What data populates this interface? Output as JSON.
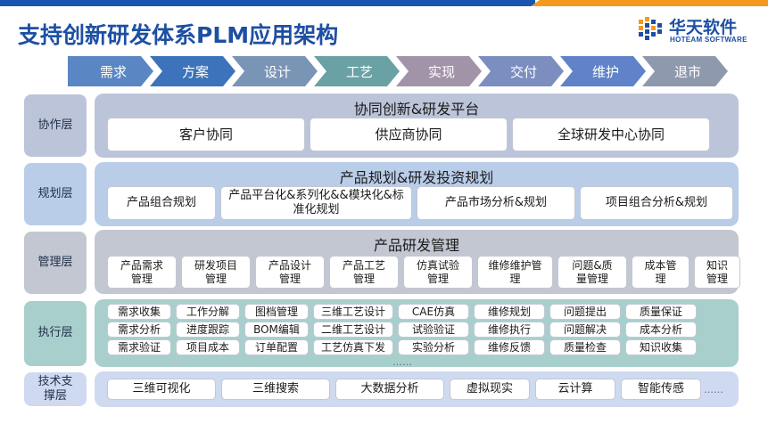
{
  "header": {
    "title": "支持创新研发体系PLM应用架构",
    "logo_cn": "华天软件",
    "logo_en": "HOTEAM SOFTWARE"
  },
  "colors": {
    "brand_blue": "#1d4fa3",
    "accent_orange": "#f39a1e",
    "collab_panel": "#bcc4d9",
    "planning_panel": "#b9cde9",
    "mgmt_panel": "#c3c7d2",
    "exec_panel": "#a9cfcd",
    "tech_panel": "#cfdaf0"
  },
  "stages": [
    {
      "label": "需求",
      "color": "#5a86c4"
    },
    {
      "label": "方案",
      "color": "#3d73bb"
    },
    {
      "label": "设计",
      "color": "#7a94b6"
    },
    {
      "label": "工艺",
      "color": "#6aa1a5"
    },
    {
      "label": "实现",
      "color": "#a294a8"
    },
    {
      "label": "交付",
      "color": "#7c8ec0"
    },
    {
      "label": "维护",
      "color": "#5f82c8"
    },
    {
      "label": "退市",
      "color": "#8f99ad"
    }
  ],
  "layers": {
    "collaboration": {
      "label": "协作层",
      "title": "协同创新&研发平台",
      "items": [
        "客户协同",
        "供应商协同",
        "全球研发中心协同"
      ]
    },
    "planning": {
      "label": "规划层",
      "title": "产品规划&研发投资规划",
      "items": [
        "产品组合规划",
        "产品平台化&系列化&&模块化&标准化规划",
        "产品市场分析&规划",
        "项目组合分析&规划"
      ]
    },
    "management": {
      "label": "管理层",
      "title": "产品研发管理",
      "items": [
        "产品需求管理",
        "研发项目管理",
        "产品设计管理",
        "产品工艺管理",
        "仿真试验管理",
        "维修维护管理",
        "问题&质量管理",
        "成本管理",
        "知识管理"
      ]
    },
    "execution": {
      "label": "执行层",
      "rows": [
        [
          "需求收集",
          "工作分解",
          "图档管理",
          "三维工艺设计",
          "CAE仿真",
          "维修规划",
          "问题提出",
          "质量保证"
        ],
        [
          "需求分析",
          "进度跟踪",
          "BOM编辑",
          "二维工艺设计",
          "试验验证",
          "维修执行",
          "问题解决",
          "成本分析"
        ],
        [
          "需求验证",
          "项目成本",
          "订单配置",
          "工艺仿真下发",
          "实验分析",
          "维修反馈",
          "质量检查",
          "知识收集"
        ]
      ],
      "more": "……"
    },
    "tech": {
      "label": "技术支撑层",
      "items": [
        "三维可视化",
        "三维搜索",
        "大数据分析",
        "虚拟现实",
        "云计算",
        "智能传感"
      ],
      "more": "……"
    }
  }
}
